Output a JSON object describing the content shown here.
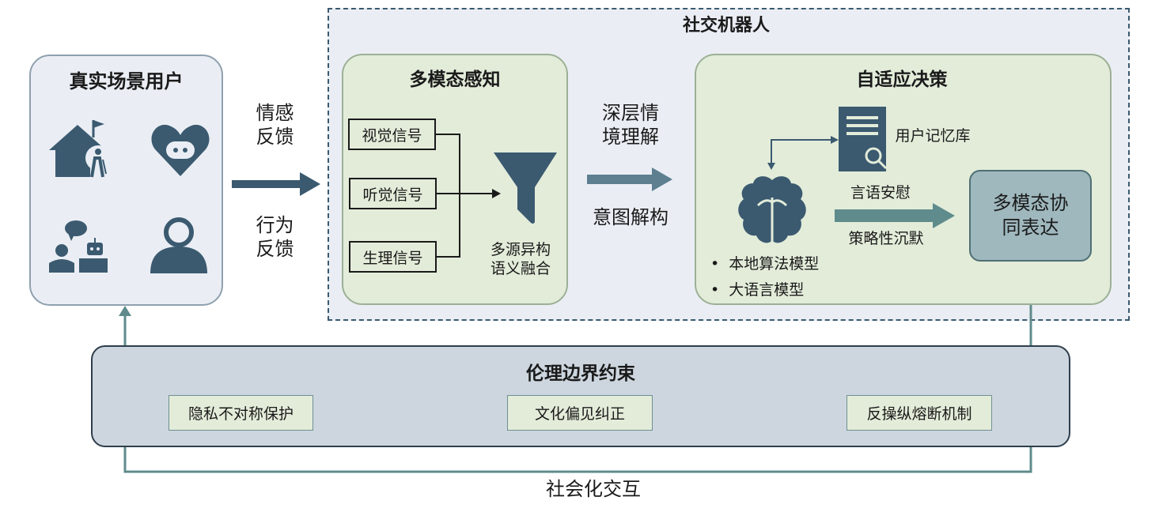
{
  "robot_title": "社交机器人",
  "users": {
    "title": "真实场景用户",
    "icons": [
      "elderly-home-icon",
      "robot-heart-icon",
      "human-robot-chat-icon",
      "user-icon"
    ]
  },
  "feedback": {
    "emotional": "情感\n反馈",
    "behavioral": "行为\n反馈"
  },
  "perception": {
    "title": "多模态感知",
    "signals": [
      "视觉信号",
      "听觉信号",
      "生理信号"
    ],
    "fusion_label": "多源异构\n语义融合"
  },
  "understanding": {
    "top": "深层情\n境理解",
    "bottom": "意图解构"
  },
  "decision": {
    "title": "自适应决策",
    "memory_label": "用户记忆库",
    "models": [
      "本地算法模型",
      "大语言模型"
    ],
    "action_top": "言语安慰",
    "action_bottom": "策略性沉默",
    "expression": "多模态协\n同表达"
  },
  "ethics": {
    "title": "伦理边界约束",
    "items": [
      "隐私不对称保护",
      "文化偏见纠正",
      "反操纵熔断机制"
    ]
  },
  "loop_label": "社会化交互",
  "colors": {
    "icon": "#3b5a70",
    "arrow": "#5f8b8c",
    "outer_bg": "#eaeef4",
    "module_bg": "#e2ecd9",
    "ethics_bg": "#cdd6df",
    "expression_bg": "#9fb8be"
  }
}
